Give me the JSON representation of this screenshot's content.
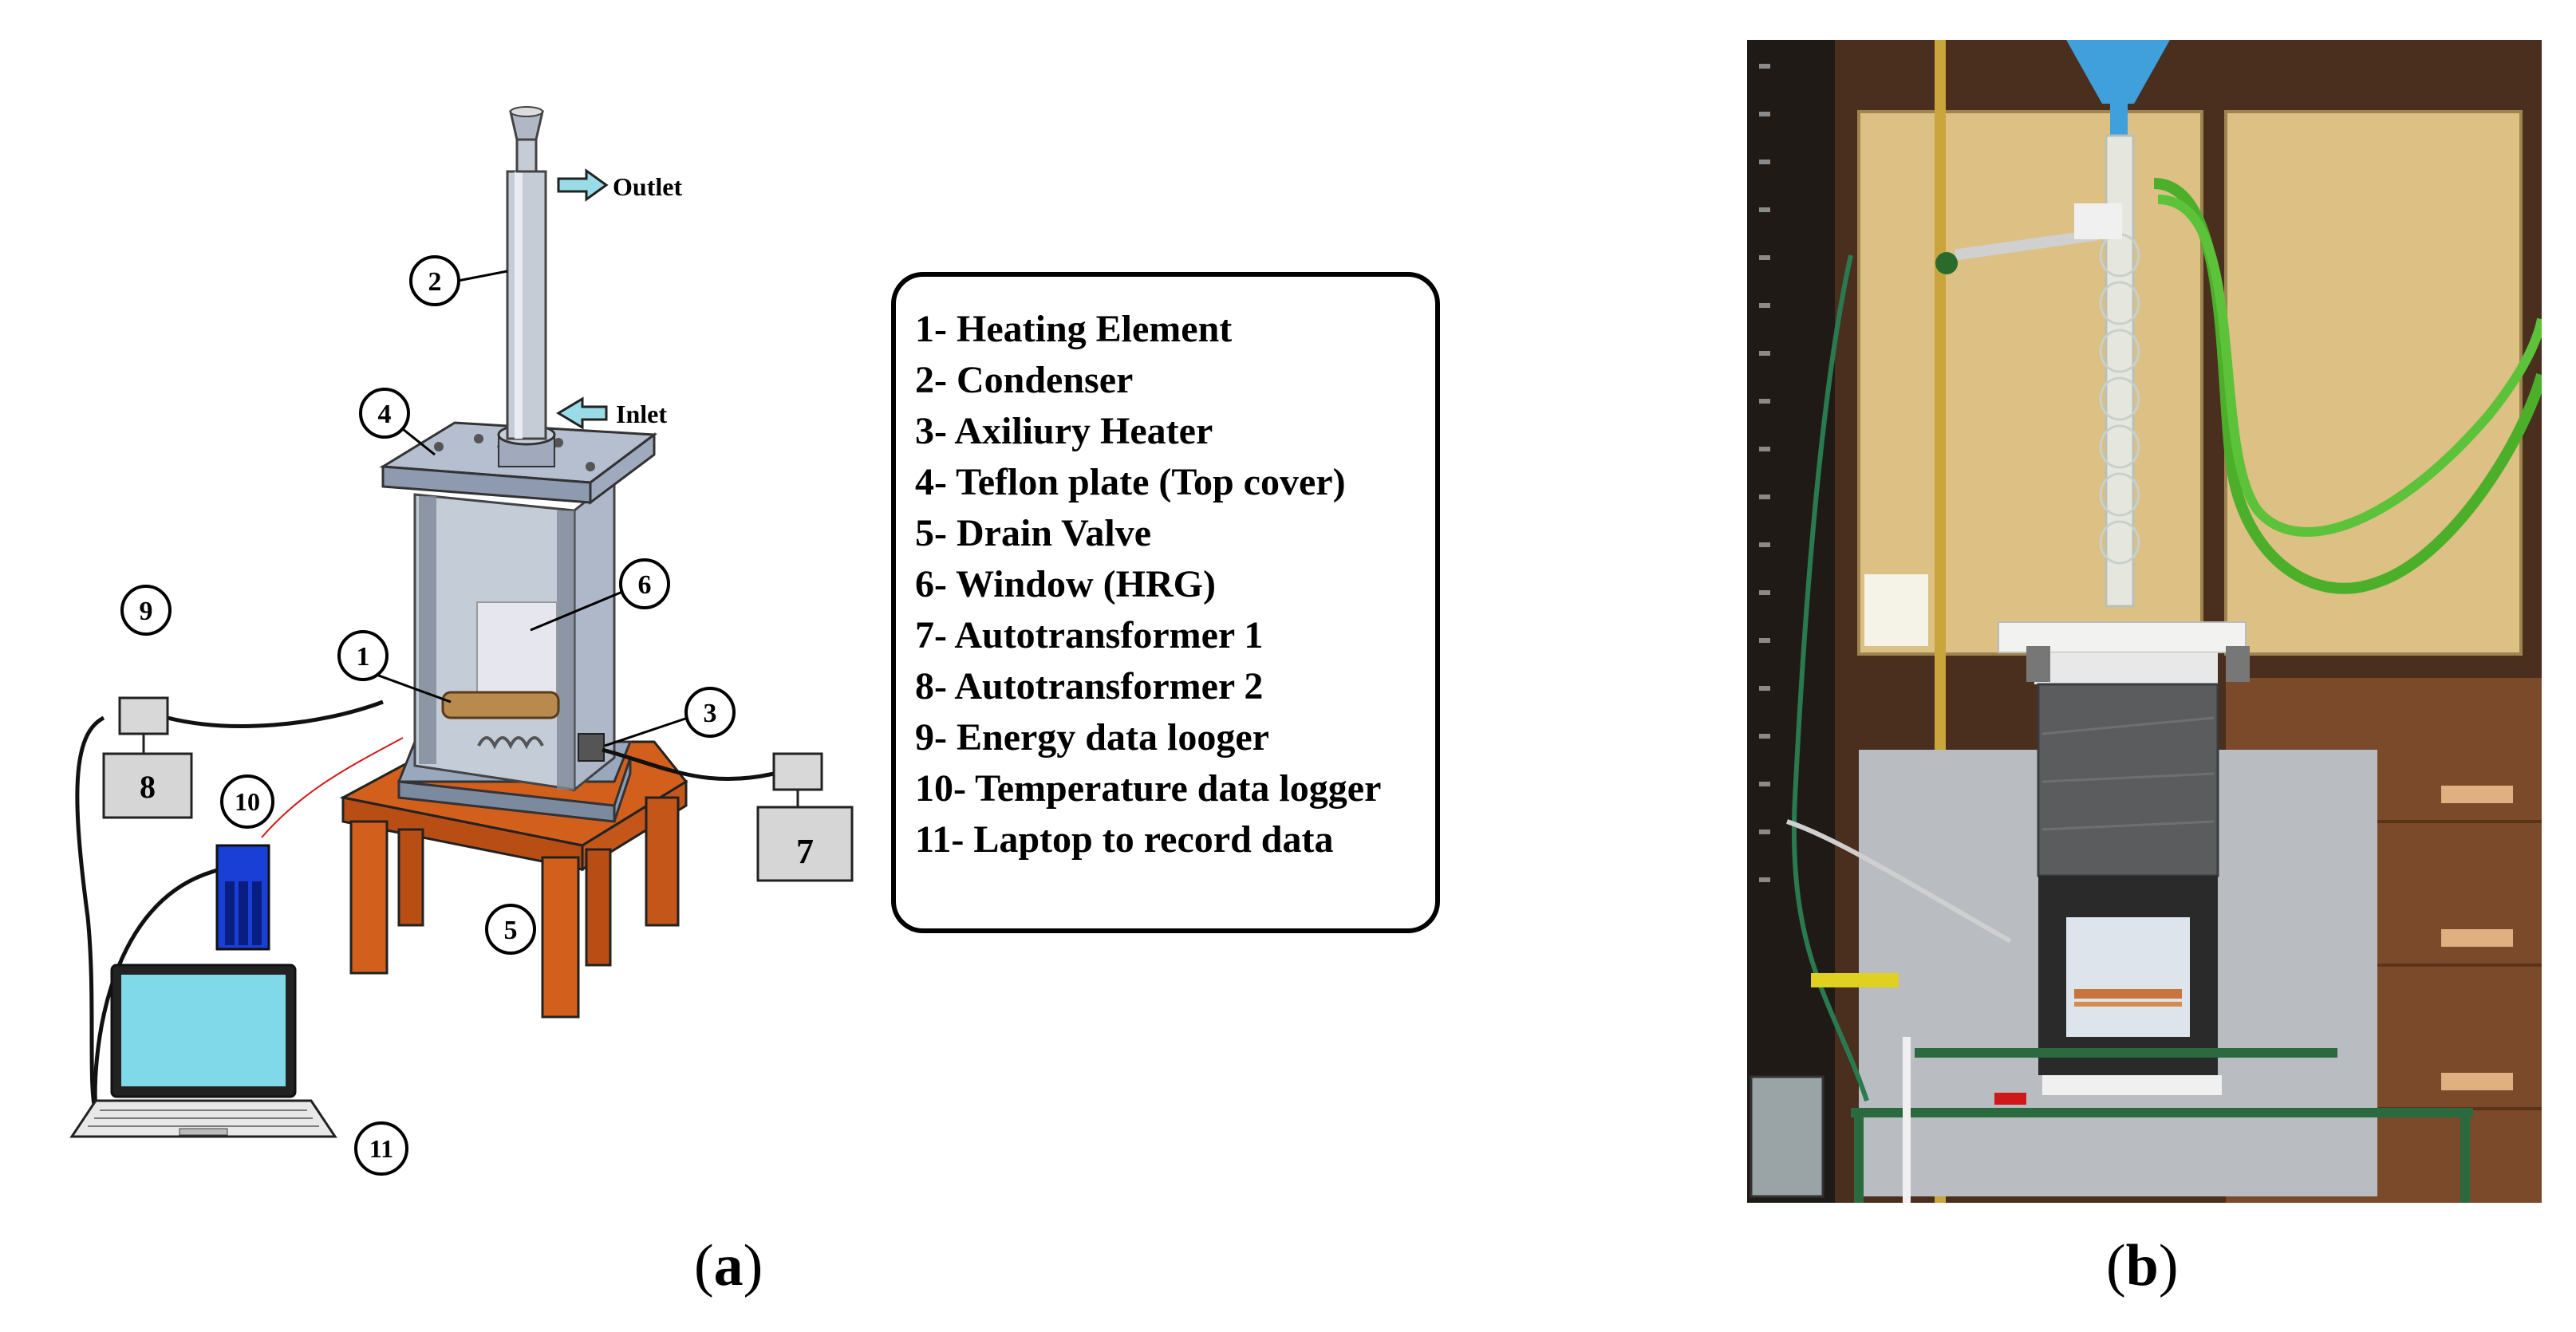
{
  "diagram": {
    "outlet_label": "Outlet",
    "inlet_label": "Inlet",
    "markers": [
      "1",
      "2",
      "3",
      "4",
      "5",
      "6",
      "7",
      "8",
      "9",
      "10",
      "11"
    ]
  },
  "legend": [
    "1- Heating Element",
    "2- Condenser",
    "3- Axiliury Heater",
    "4- Teflon plate (Top cover)",
    "5- Drain Valve",
    "6- Window (HRG)",
    "7- Autotransformer 1",
    "8- Autotransformer 2",
    "9- Energy data looger",
    "10- Temperature data logger",
    "11- Laptop to record data"
  ],
  "captions": {
    "a": {
      "open": "(",
      "letter": "a",
      "close": ")"
    },
    "b": {
      "open": "(",
      "letter": "b",
      "close": ")"
    }
  },
  "colors": {
    "laptop_screen": "#7fd9e8",
    "table": "#d35f1c",
    "wood_panel": "#dcc084",
    "green_tube": "#4caf2a",
    "funnel": "#3fa0dc",
    "logger": "#1a3fd6"
  }
}
